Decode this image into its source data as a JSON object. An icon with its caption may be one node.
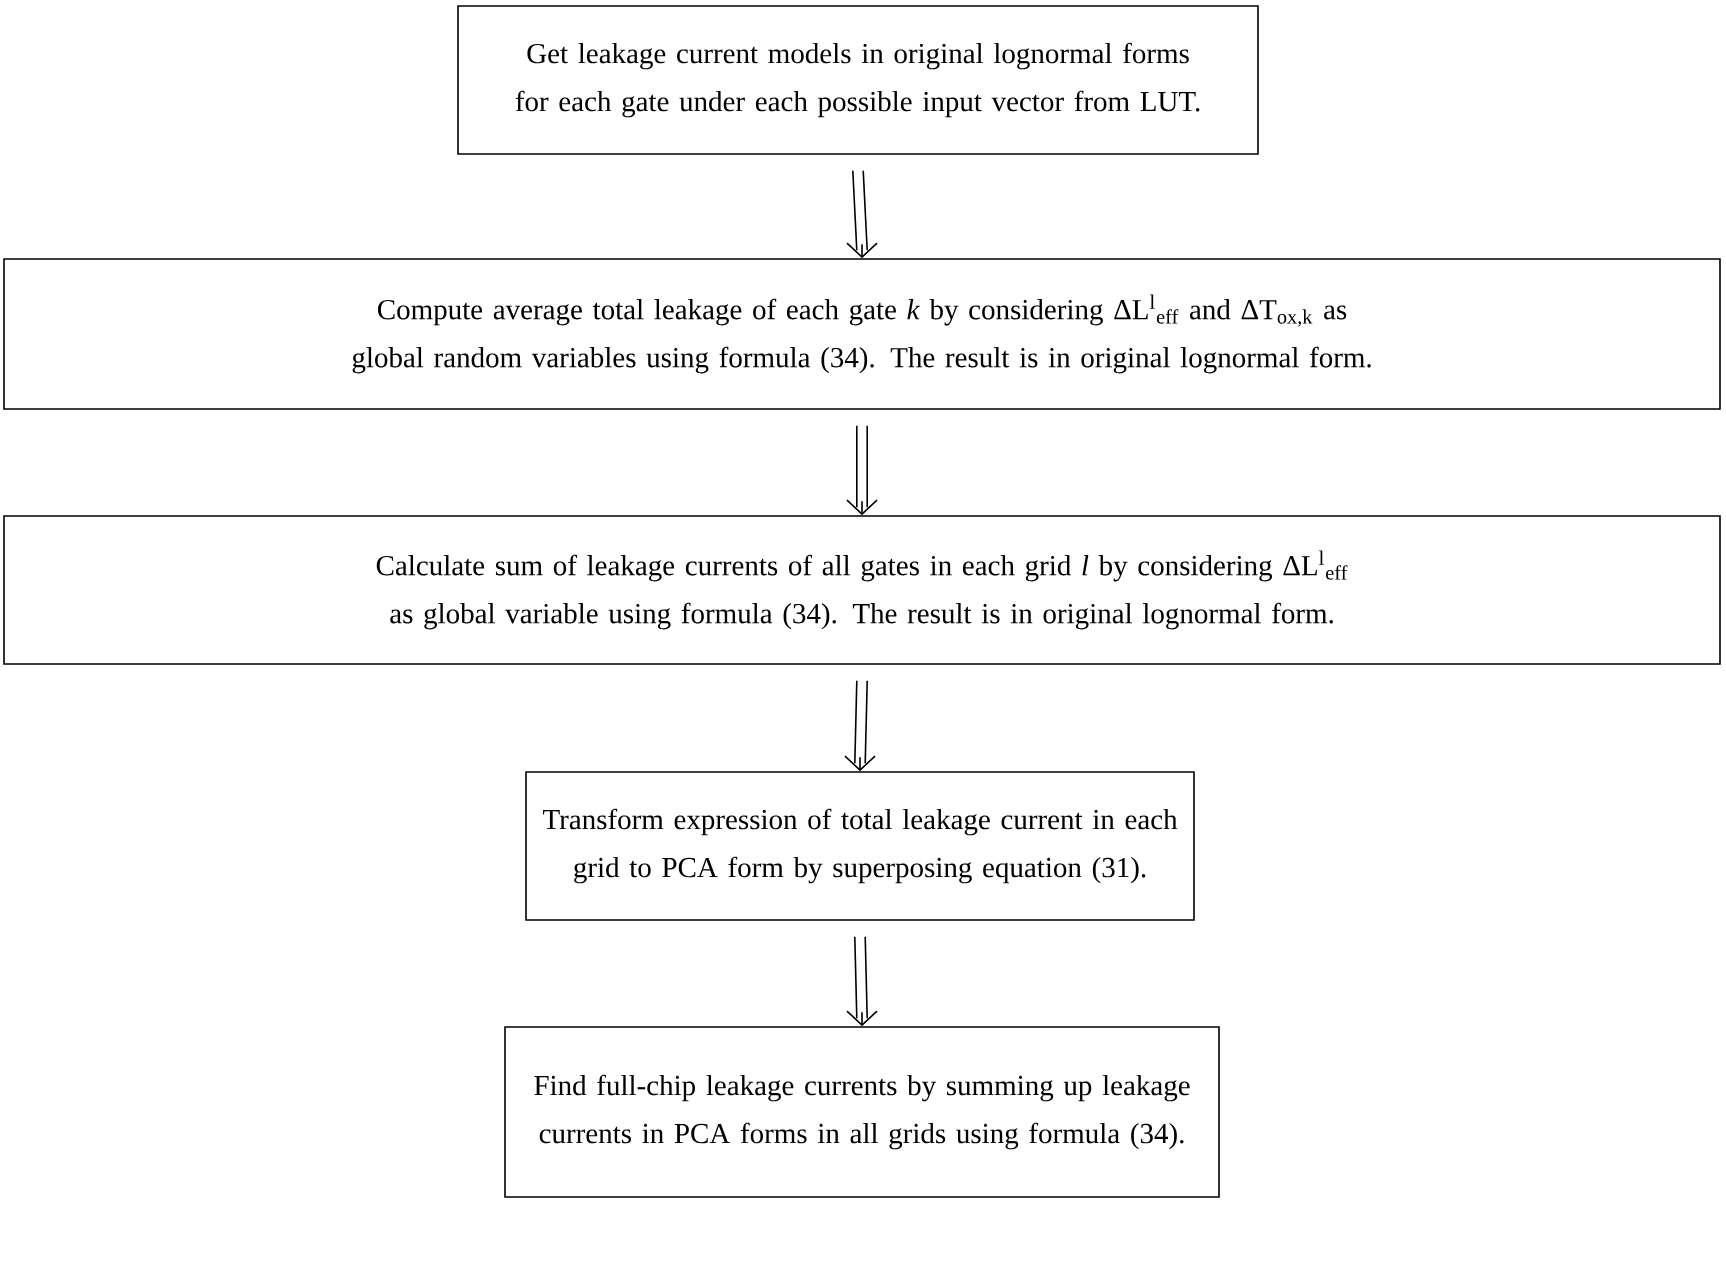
{
  "diagram": {
    "nodes": [
      {
        "text": [
          "Get leakage current models in original lognormal forms for each gate under each possible input vector from LUT."
        ]
      },
      {
        "text": [
          "Compute average total leakage of each gate *k* by considering ΔL$^{l}$$_{eff}$ and ΔT$_{ox,k}$ as global random variables using formula (34). The result is in original lognormal form."
        ]
      },
      {
        "text": [
          "Calculate sum of leakage currents of all gates in each grid *l* by considering ΔL$^{l}$$_{eff}$ as global variable using formula (34). The result is in original lognormal form."
        ]
      },
      {
        "text": [
          "Transform expression of total leakage current in each grid to PCA form by superposing equation (31)."
        ]
      },
      {
        "text": [
          "Find full-chip leakage currents by summing up leakage currents in PCA forms in all grids using formula (34)."
        ]
      }
    ],
    "edges": [
      {
        "from": 0,
        "to": 1,
        "arrow": "to"
      },
      {
        "from": 1,
        "to": 2,
        "arrow": "to"
      },
      {
        "from": 2,
        "to": 3,
        "arrow": "to"
      },
      {
        "from": 3,
        "to": 4,
        "arrow": "to"
      }
    ]
  }
}
